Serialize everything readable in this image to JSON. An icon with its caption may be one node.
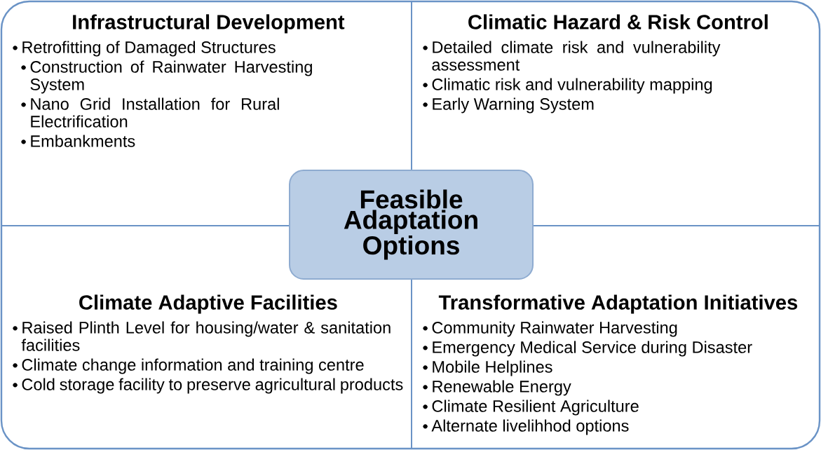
{
  "diagram": {
    "nodes": [
      {
        "text": [
          "Infrastructural Development",
          "Retrofitting of Damaged Structures",
          "Construction of Rainwater Harvesting System",
          "Nano Grid Installation for Rural Electrification",
          "Embankments"
        ]
      },
      {
        "text": [
          "Climatic Hazard & Risk Control",
          "Detailed climate risk and vulnerability assessment",
          "Climatic risk and vulnerability mapping",
          "Early Warning System"
        ]
      },
      {
        "text": [
          "Feasible Adaptation Options"
        ]
      },
      {
        "text": [
          "Climate Adaptive Facilities",
          "Raised Plinth Level for housing/water & sanitation facilities",
          "Climate change information and training centre",
          "Cold storage facility to preserve agricultural products"
        ]
      },
      {
        "text": [
          "Transformative Adaptation Initiatives",
          "Community Rainwater Harvesting",
          "Emergency Medical Service during Disaster",
          "Mobile Helplines",
          "Renewable Energy",
          "Climate Resilient Agriculture",
          "Alternate livelihhod options"
        ]
      }
    ],
    "edges": []
  }
}
